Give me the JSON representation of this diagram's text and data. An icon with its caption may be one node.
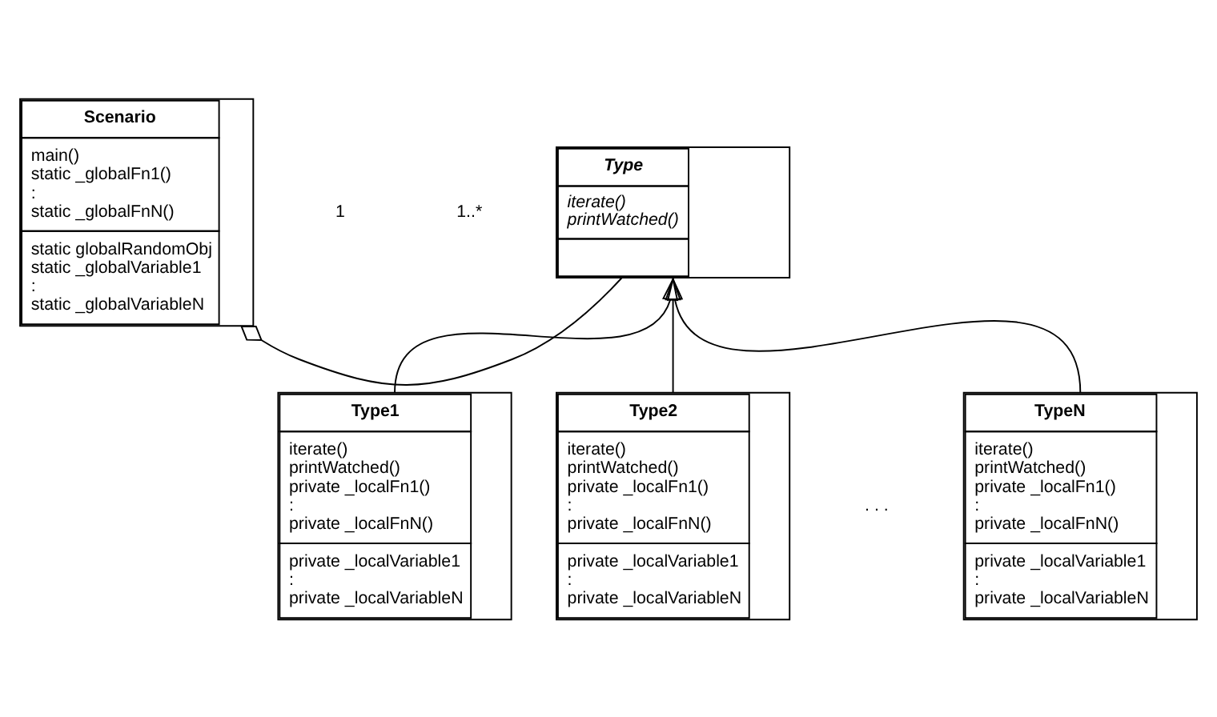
{
  "diagram": {
    "nodes": [
      {
        "text": [
          "Scenario",
          "main()",
          "static _globalFn1()",
          ":",
          "static _globalFnN()",
          "static globalRandomObj",
          "static _globalVariable1",
          ":",
          "static _globalVariableN"
        ]
      },
      {
        "text": [
          "Type",
          "iterate()",
          "printWatched()"
        ]
      },
      {
        "text": [
          "Type1",
          "iterate()",
          "printWatched()",
          "private _localFn1()",
          ":",
          "private _localFnN()",
          "private _localVariable1",
          ":",
          "private _localVariableN"
        ]
      },
      {
        "text": [
          "Type2",
          "iterate()",
          "printWatched()",
          "private _localFn1()",
          ":",
          "private _localFnN()",
          "private _localVariable1",
          ":",
          "private _localVariableN"
        ]
      },
      {
        "text": [
          "TypeN",
          "iterate()",
          "printWatched()",
          "private _localFn1()",
          ":",
          "private _localFnN()",
          "private _localVariable1",
          ":",
          "private _localVariableN"
        ]
      }
    ],
    "edges": [
      {
        "from": 0,
        "to": 1,
        "arrow": "other"
      },
      {
        "from": 2,
        "to": 1,
        "arrow": "to"
      },
      {
        "from": 3,
        "to": 1,
        "arrow": "to"
      },
      {
        "from": 4,
        "to": 1,
        "arrow": "to"
      }
    ],
    "labels": [
      "1",
      "1..*",
      ". . ."
    ]
  }
}
